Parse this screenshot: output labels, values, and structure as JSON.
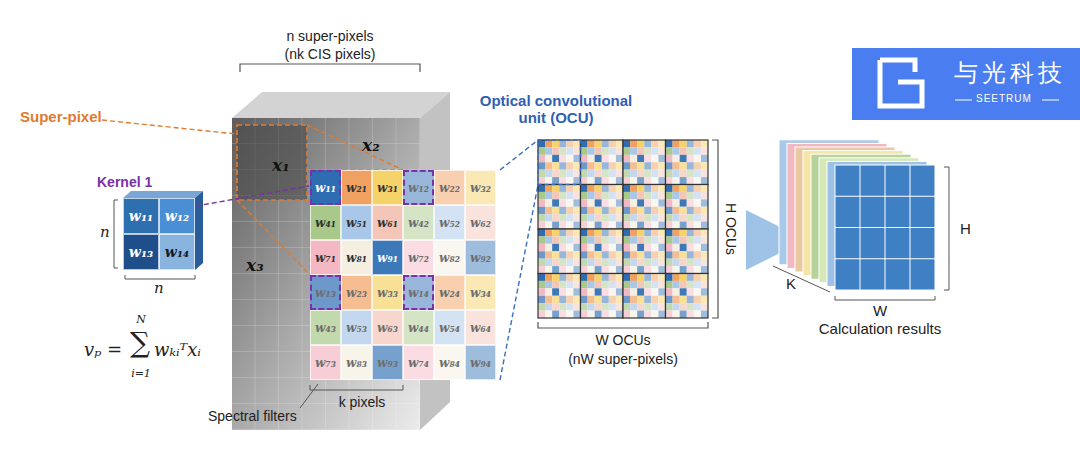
{
  "diagram": {
    "nodes": [
      {
        "text": [
          "Kernel 1"
        ]
      },
      {
        "text": [
          "w₁₁"
        ],
        "in": 0
      },
      {
        "text": [
          "w₁₂"
        ],
        "in": 0
      },
      {
        "text": [
          "w₁₃"
        ],
        "in": 0
      },
      {
        "text": [
          "w₁₄"
        ],
        "in": 0
      },
      {
        "text": [
          "w₁₁"
        ]
      },
      {
        "text": [
          "w₂₁"
        ]
      },
      {
        "text": [
          "w₃₁"
        ]
      },
      {
        "text": [
          "w₁₂"
        ]
      },
      {
        "text": [
          "w₂₂"
        ]
      },
      {
        "text": [
          "w₃₂"
        ]
      },
      {
        "text": [
          "w₄₁"
        ]
      },
      {
        "text": [
          "w₅₁"
        ]
      },
      {
        "text": [
          "w₆₁"
        ]
      },
      {
        "text": [
          "w₄₂"
        ]
      },
      {
        "text": [
          "w₅₂"
        ]
      },
      {
        "text": [
          "w₆₂"
        ]
      },
      {
        "text": [
          "w₇₁"
        ]
      },
      {
        "text": [
          "w₈₁"
        ]
      },
      {
        "text": [
          "w₉₁"
        ]
      },
      {
        "text": [
          "w₇₂"
        ]
      },
      {
        "text": [
          "w₈₂"
        ]
      },
      {
        "text": [
          "w₉₂"
        ]
      },
      {
        "text": [
          "w₁₃"
        ]
      },
      {
        "text": [
          "w₂₃"
        ]
      },
      {
        "text": [
          "w₃₃"
        ]
      },
      {
        "text": [
          "w₁₄"
        ]
      },
      {
        "text": [
          "w₂₄"
        ]
      },
      {
        "text": [
          "w₃₄"
        ]
      },
      {
        "text": [
          "w₄₃"
        ]
      },
      {
        "text": [
          "w₅₃"
        ]
      },
      {
        "text": [
          "w₆₃"
        ]
      },
      {
        "text": [
          "w₄₄"
        ]
      },
      {
        "text": [
          "w₅₄"
        ]
      },
      {
        "text": [
          "w₆₄"
        ]
      },
      {
        "text": [
          "w₇₃"
        ]
      },
      {
        "text": [
          "w₈₃"
        ]
      },
      {
        "text": [
          "w₉₃"
        ]
      },
      {
        "text": [
          "w₇₄"
        ]
      },
      {
        "text": [
          "w₈₄"
        ]
      },
      {
        "text": [
          "w₉₄"
        ]
      },
      {
        "text": [
          "与光科技",
          "SEETRUM"
        ]
      }
    ],
    "labels": [
      "n super-pixels",
      "(nk CIS pixels)",
      "Super-pixel",
      "n",
      "n",
      "vₚ =",
      "∑",
      "N",
      "i=1",
      "wₖᵢᵀxᵢ",
      "x₁",
      "x₂",
      "x₃",
      "Spectral filters",
      "k pixels",
      "Optical convolutional unit (OCU)",
      "H OCUs",
      "W OCUs",
      "(nW super-pixels)",
      "H",
      "K",
      "W",
      "Calculation results"
    ]
  }
}
